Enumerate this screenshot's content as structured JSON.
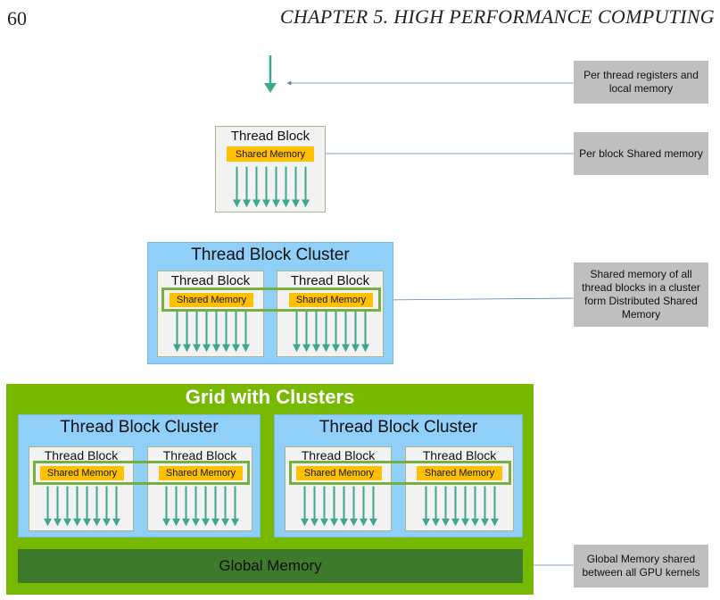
{
  "header": {
    "page_number": "60",
    "chapter_title": "CHAPTER 5. HIGH PERFORMANCE COMPUTING"
  },
  "labels": {
    "thread_block": "Thread Block",
    "shared_memory": "Shared Memory",
    "thread_block_cluster": "Thread Block Cluster",
    "grid_with_clusters": "Grid with Clusters",
    "global_memory": "Global Memory"
  },
  "callouts": {
    "per_thread": "Per thread registers and local memory",
    "per_block": "Per block Shared memory",
    "distributed": "Shared memory of all thread blocks in a cluster form Distributed Shared Memory",
    "global": "Global Memory shared between all GPU kernels"
  },
  "colors": {
    "arrow_teal": "#3fa68f",
    "shared_memory": "#ffc000",
    "cluster_blue": "#8fcff8",
    "grid_green": "#76b900",
    "global_green": "#3d7a2c",
    "callout_gray": "#bfbfbf"
  }
}
